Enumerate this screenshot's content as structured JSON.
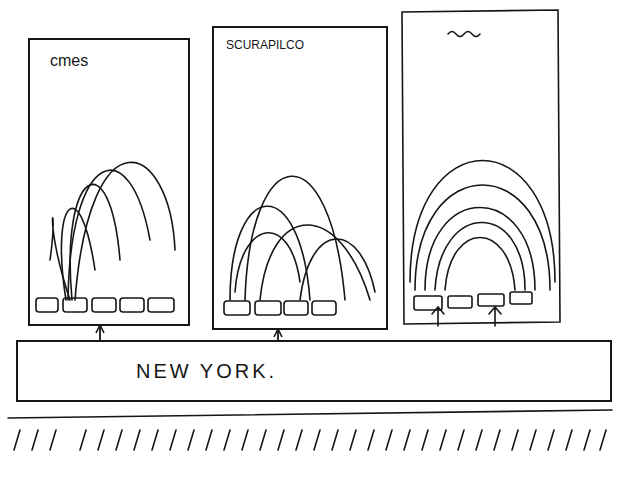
{
  "diagram": {
    "nodes": [
      {
        "text": [
          "cmes"
        ]
      },
      {
        "text": [
          "SCURAPILCO"
        ]
      },
      {
        "text": [
          "NEW YORK."
        ]
      }
    ],
    "edges": [
      {
        "from": 2,
        "to": 0,
        "arrow": "to"
      },
      {
        "from": 2,
        "to": 1,
        "arrow": "to"
      }
    ]
  }
}
